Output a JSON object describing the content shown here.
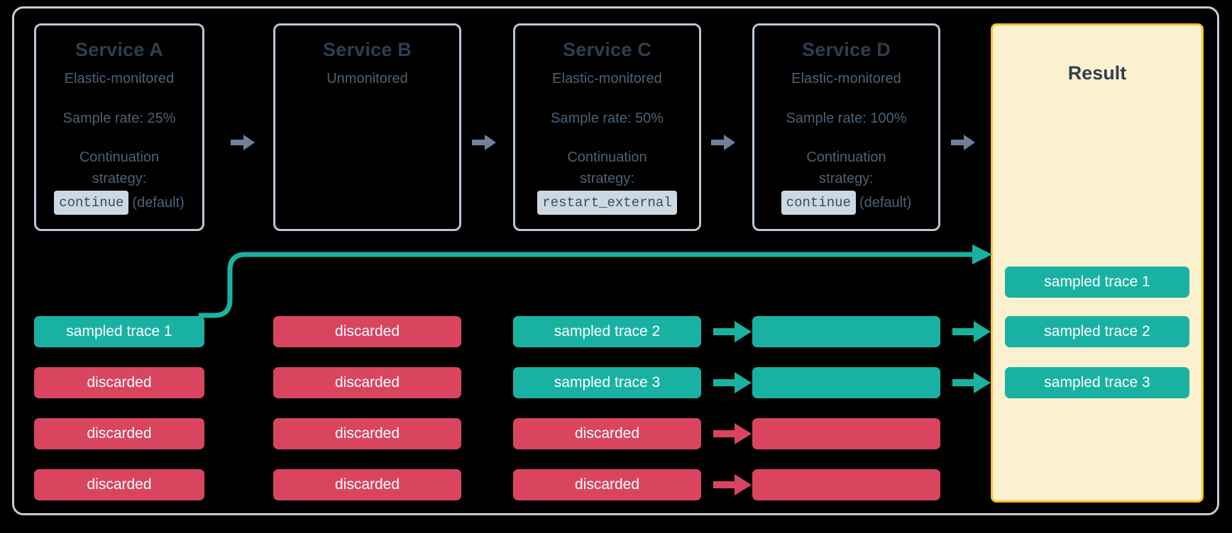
{
  "diagram": {
    "title": "Distributed tracing sampling across services",
    "colors": {
      "background": "#000000",
      "frame_border": "#c2cedb",
      "service_border": "#b9c7d6",
      "title_text": "#2f3e50",
      "body_text": "#4b6277",
      "code_chip_bg": "#ccd8e2",
      "sampled_teal": "#19b2a2",
      "discarded_red": "#d9455f",
      "result_bg": "#fcf1cf",
      "result_border": "#f4c12f",
      "gray_arrow": "#6e8199"
    }
  },
  "services": [
    {
      "name": "Service A",
      "monitoring": "Elastic-monitored",
      "sample_rate": "Sample rate: 25%",
      "continuation_label": "Continuation",
      "strategy_label": "strategy:",
      "strategy_code": "continue",
      "strategy_note": "(default)"
    },
    {
      "name": "Service B",
      "monitoring": "Unmonitored",
      "sample_rate": "",
      "continuation_label": "",
      "strategy_label": "",
      "strategy_code": "",
      "strategy_note": ""
    },
    {
      "name": "Service C",
      "monitoring": "Elastic-monitored",
      "sample_rate": "Sample rate: 50%",
      "continuation_label": "Continuation",
      "strategy_label": "strategy:",
      "strategy_code": "restart_external",
      "strategy_note": ""
    },
    {
      "name": "Service D",
      "monitoring": "Elastic-monitored",
      "sample_rate": "Sample rate: 100%",
      "continuation_label": "Continuation",
      "strategy_label": "strategy:",
      "strategy_code": "continue",
      "strategy_note": "(default)"
    }
  ],
  "result": {
    "title": "Result",
    "items": [
      {
        "label": "sampled trace 1",
        "state": "sampled"
      },
      {
        "label": "sampled trace 2",
        "state": "sampled"
      },
      {
        "label": "sampled trace 3",
        "state": "sampled"
      }
    ]
  },
  "columns": [
    {
      "service": "Service A",
      "rows": [
        {
          "label": "sampled trace 1",
          "state": "sampled"
        },
        {
          "label": "discarded",
          "state": "discarded"
        },
        {
          "label": "discarded",
          "state": "discarded"
        },
        {
          "label": "discarded",
          "state": "discarded"
        }
      ]
    },
    {
      "service": "Service B",
      "rows": [
        {
          "label": "discarded",
          "state": "discarded"
        },
        {
          "label": "discarded",
          "state": "discarded"
        },
        {
          "label": "discarded",
          "state": "discarded"
        },
        {
          "label": "discarded",
          "state": "discarded"
        }
      ]
    },
    {
      "service": "Service C",
      "rows": [
        {
          "label": "sampled trace 2",
          "state": "sampled"
        },
        {
          "label": "sampled trace 3",
          "state": "sampled"
        },
        {
          "label": "discarded",
          "state": "discarded"
        },
        {
          "label": "discarded",
          "state": "discarded"
        }
      ]
    },
    {
      "service": "Service D",
      "rows": [
        {
          "label": "",
          "state": "sampled"
        },
        {
          "label": "",
          "state": "sampled"
        },
        {
          "label": "",
          "state": "discarded"
        },
        {
          "label": "",
          "state": "discarded"
        }
      ]
    }
  ],
  "connectors": [
    {
      "name": "service-a-to-b",
      "kind": "gray-arrow"
    },
    {
      "name": "service-b-to-c",
      "kind": "gray-arrow"
    },
    {
      "name": "service-c-to-d",
      "kind": "gray-arrow"
    },
    {
      "name": "service-d-to-result",
      "kind": "gray-arrow"
    },
    {
      "name": "trace1-to-result",
      "kind": "teal-curved-arrow"
    },
    {
      "name": "c-row1-to-d-row1",
      "kind": "teal-arrow"
    },
    {
      "name": "c-row2-to-d-row2",
      "kind": "teal-arrow"
    },
    {
      "name": "c-row3-to-d-row3",
      "kind": "red-arrow"
    },
    {
      "name": "c-row4-to-d-row4",
      "kind": "red-arrow"
    },
    {
      "name": "d-row1-to-result2",
      "kind": "teal-arrow"
    },
    {
      "name": "d-row2-to-result3",
      "kind": "teal-arrow"
    }
  ]
}
